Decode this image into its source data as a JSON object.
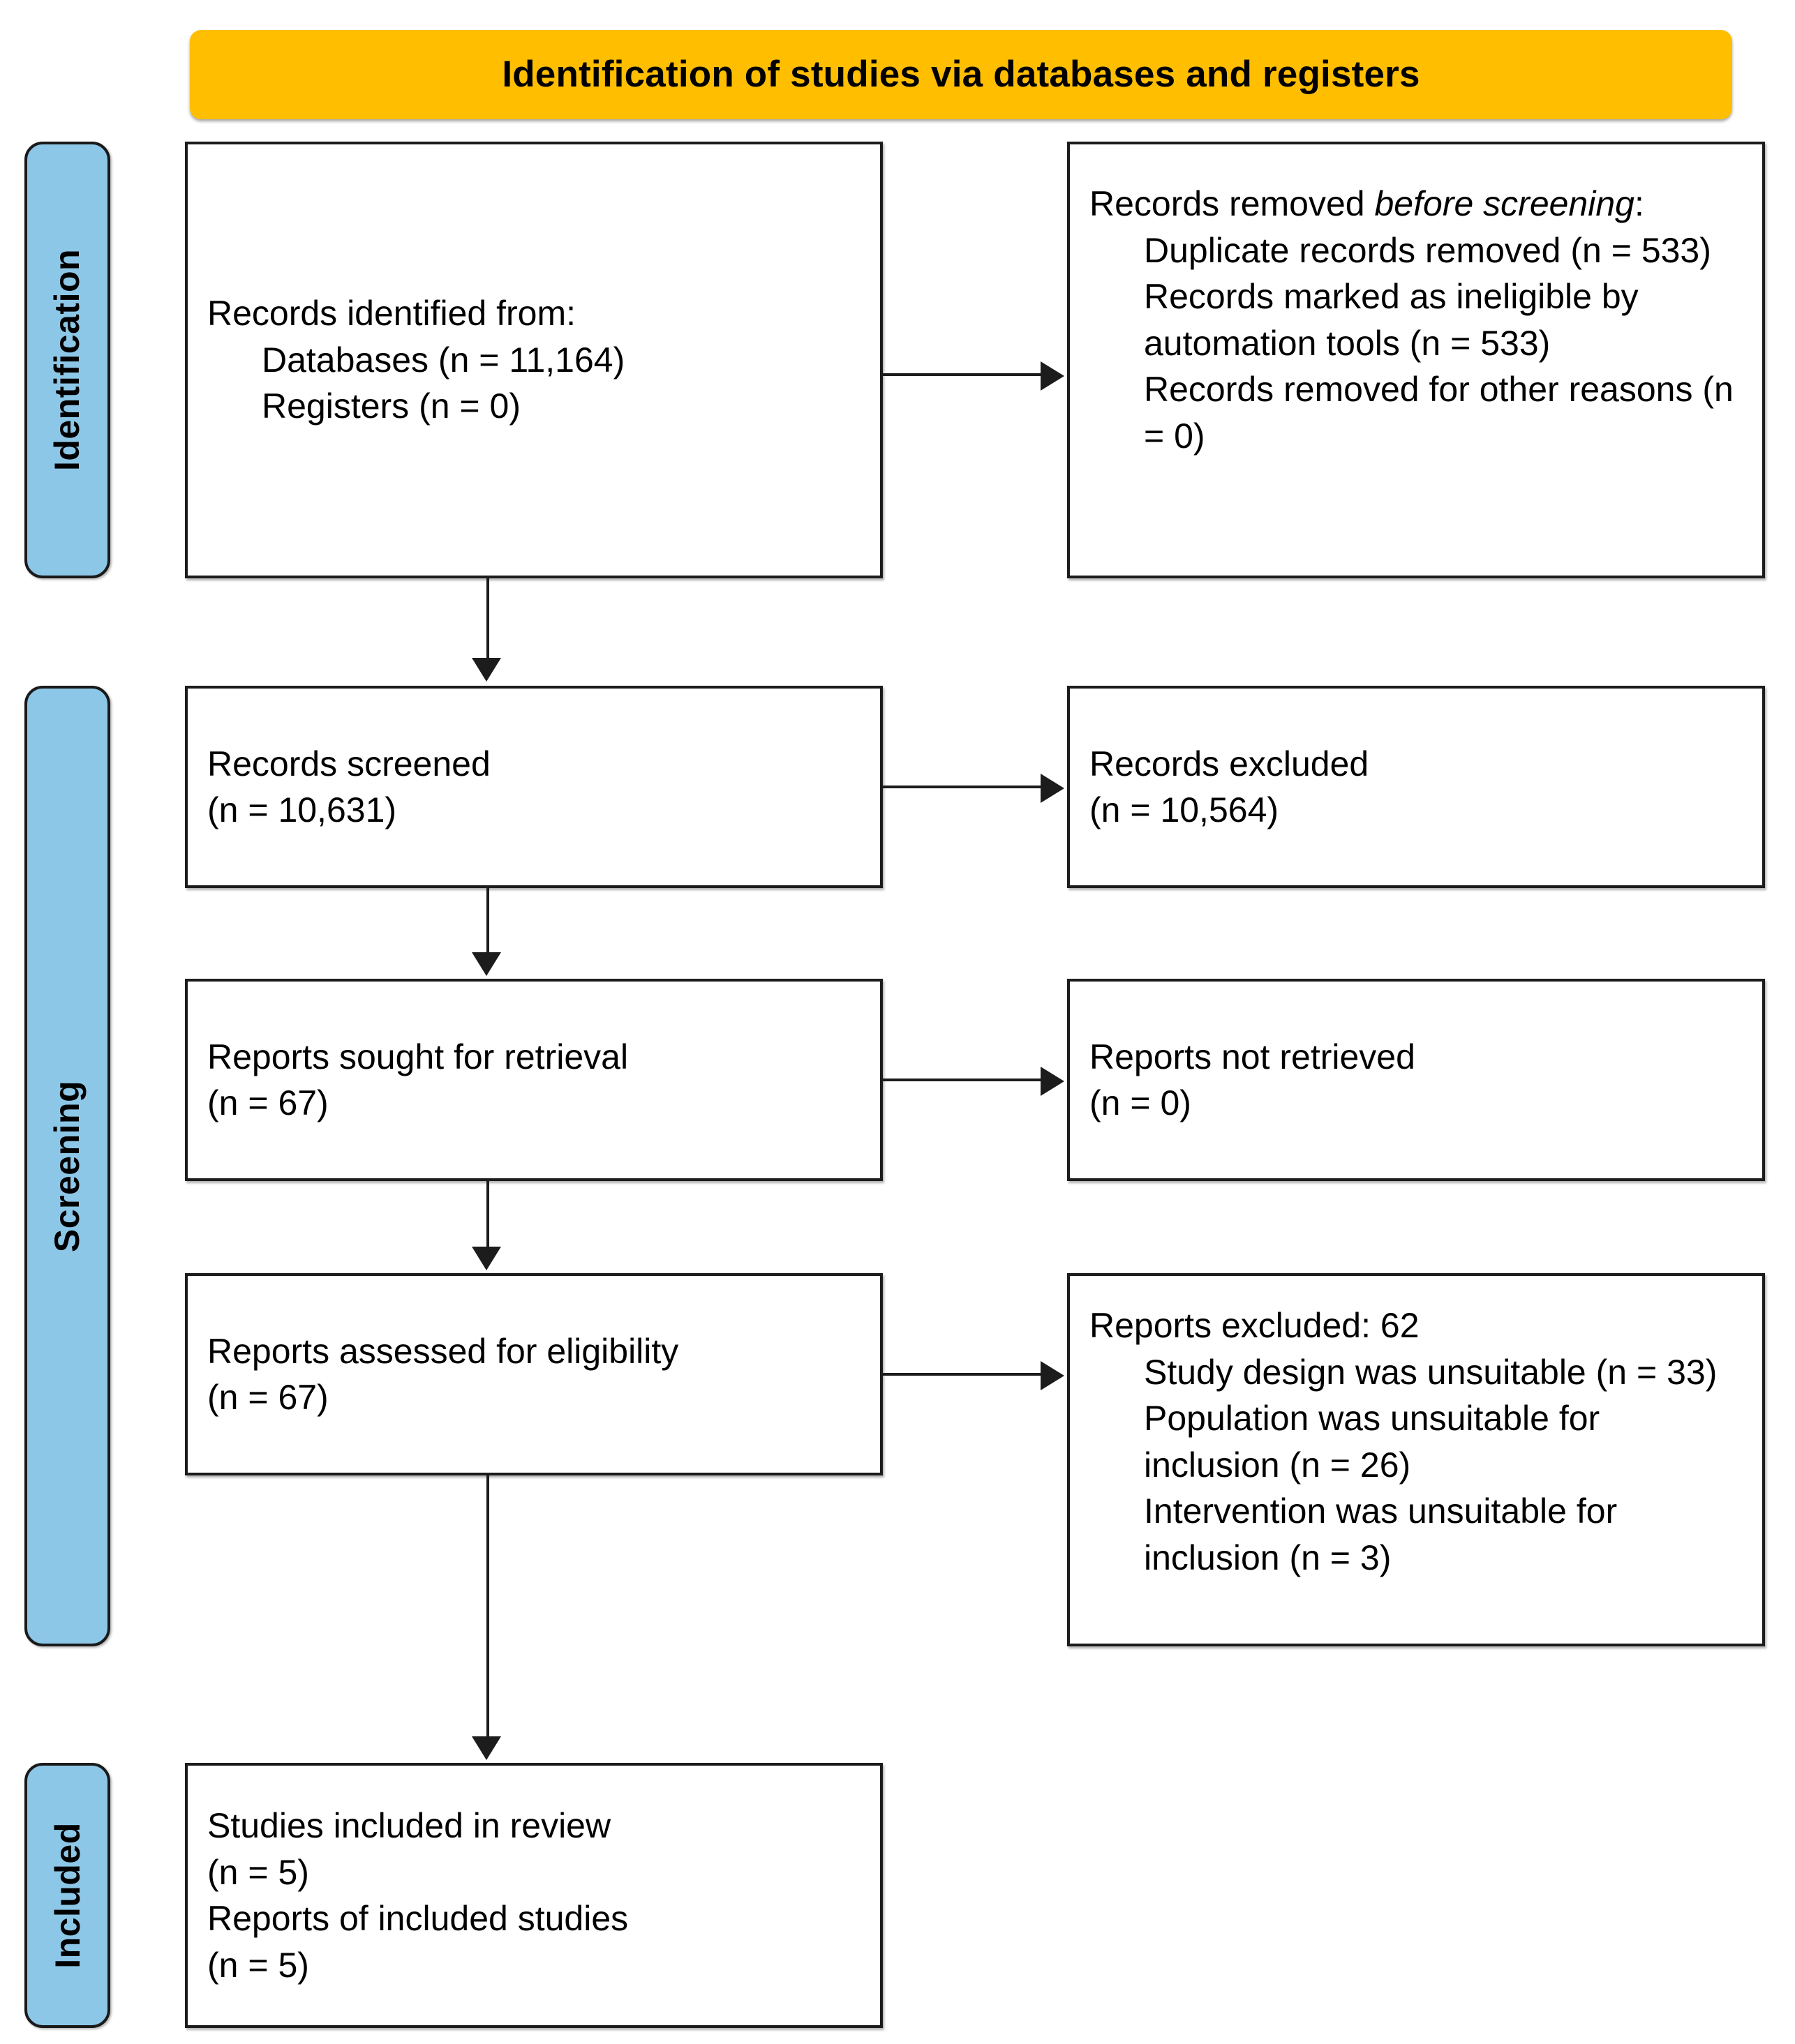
{
  "header": {
    "title": "Identification of studies via databases and registers",
    "background_color": "#FFBE00"
  },
  "stage_rails": {
    "background_color": "#8DC7E8",
    "items": [
      {
        "id": "identification",
        "label": "Identification"
      },
      {
        "id": "screening",
        "label": "Screening"
      },
      {
        "id": "included",
        "label": "Included"
      }
    ]
  },
  "boxes": {
    "identified": {
      "name": "records-identified",
      "lines": [
        "Records identified from:",
        "Databases (n = 11,164)",
        "Registers (n = 0)"
      ],
      "l0": "Records identified from:",
      "l1": "Databases (n = 11,164)",
      "l2": "Registers (n = 0)"
    },
    "removed": {
      "name": "records-removed-before-screening",
      "heading_plain": "Records removed ",
      "heading_italic": "before screening",
      "heading_colon": ":",
      "l1": "Duplicate records removed (n = 533)",
      "l2": "Records marked as ineligible by automation tools (n = 533)",
      "l3": "Records removed for other reasons (n = 0)"
    },
    "screened": {
      "name": "records-screened",
      "l0": "Records screened",
      "l1": "(n = 10,631)"
    },
    "excluded": {
      "name": "records-excluded",
      "l0": "Records excluded",
      "l1": "(n = 10,564)"
    },
    "sought": {
      "name": "reports-sought-for-retrieval",
      "l0": "Reports sought for retrieval",
      "l1": "(n = 67)"
    },
    "not_retrieved": {
      "name": "reports-not-retrieved",
      "l0": "Reports not retrieved",
      "l1": "(n = 0)"
    },
    "assessed": {
      "name": "reports-assessed-for-eligibility",
      "l0": "Reports assessed for eligibility",
      "l1": "(n = 67)"
    },
    "reports_excluded": {
      "name": "reports-excluded",
      "l0": "Reports excluded: 62",
      "l1": "Study design was unsuitable (n = 33)",
      "l2": "Population was unsuitable for inclusion (n = 26)",
      "l3": "Intervention was unsuitable for inclusion (n = 3)"
    },
    "included": {
      "name": "studies-included-in-review",
      "l0": "Studies included in review",
      "l1": "(n = 5)",
      "l2": "Reports of included studies",
      "l3": "(n = 5)"
    }
  },
  "chart_data": {
    "type": "diagram",
    "title": "Identification of studies via databases and registers",
    "diagram_kind": "PRISMA 2020 flow diagram",
    "stages": [
      "Identification",
      "Screening",
      "Included"
    ],
    "nodes": [
      {
        "id": "identified",
        "stage": "Identification",
        "column": "left",
        "label": "Records identified from: Databases (n = 11,164); Registers (n = 0)",
        "n_databases": 11164,
        "n_registers": 0
      },
      {
        "id": "removed",
        "stage": "Identification",
        "column": "right",
        "label": "Records removed before screening",
        "duplicate_records_removed": 533,
        "marked_ineligible_by_automation_tools": 533,
        "removed_other_reasons": 0
      },
      {
        "id": "screened",
        "stage": "Screening",
        "column": "left",
        "label": "Records screened",
        "n": 10631
      },
      {
        "id": "excluded",
        "stage": "Screening",
        "column": "right",
        "label": "Records excluded",
        "n": 10564
      },
      {
        "id": "sought",
        "stage": "Screening",
        "column": "left",
        "label": "Reports sought for retrieval",
        "n": 67
      },
      {
        "id": "not_retrieved",
        "stage": "Screening",
        "column": "right",
        "label": "Reports not retrieved",
        "n": 0
      },
      {
        "id": "assessed",
        "stage": "Screening",
        "column": "left",
        "label": "Reports assessed for eligibility",
        "n": 67
      },
      {
        "id": "reports_excluded",
        "stage": "Screening",
        "column": "right",
        "label": "Reports excluded",
        "n": 62,
        "study_design_unsuitable": 33,
        "population_unsuitable": 26,
        "intervention_unsuitable": 3
      },
      {
        "id": "included",
        "stage": "Included",
        "column": "left",
        "label": "Studies included in review / Reports of included studies",
        "studies_included": 5,
        "reports_of_included_studies": 5
      }
    ],
    "edges": [
      {
        "from": "identified",
        "to": "removed",
        "direction": "right"
      },
      {
        "from": "identified",
        "to": "screened",
        "direction": "down"
      },
      {
        "from": "screened",
        "to": "excluded",
        "direction": "right"
      },
      {
        "from": "screened",
        "to": "sought",
        "direction": "down"
      },
      {
        "from": "sought",
        "to": "not_retrieved",
        "direction": "right"
      },
      {
        "from": "sought",
        "to": "assessed",
        "direction": "down"
      },
      {
        "from": "assessed",
        "to": "reports_excluded",
        "direction": "right"
      },
      {
        "from": "assessed",
        "to": "included",
        "direction": "down"
      }
    ],
    "colors": {
      "header": "#FFBE00",
      "stage_rail": "#8DC7E8",
      "box_border": "#1C1C1C",
      "box_fill": "#FFFFFF"
    }
  }
}
